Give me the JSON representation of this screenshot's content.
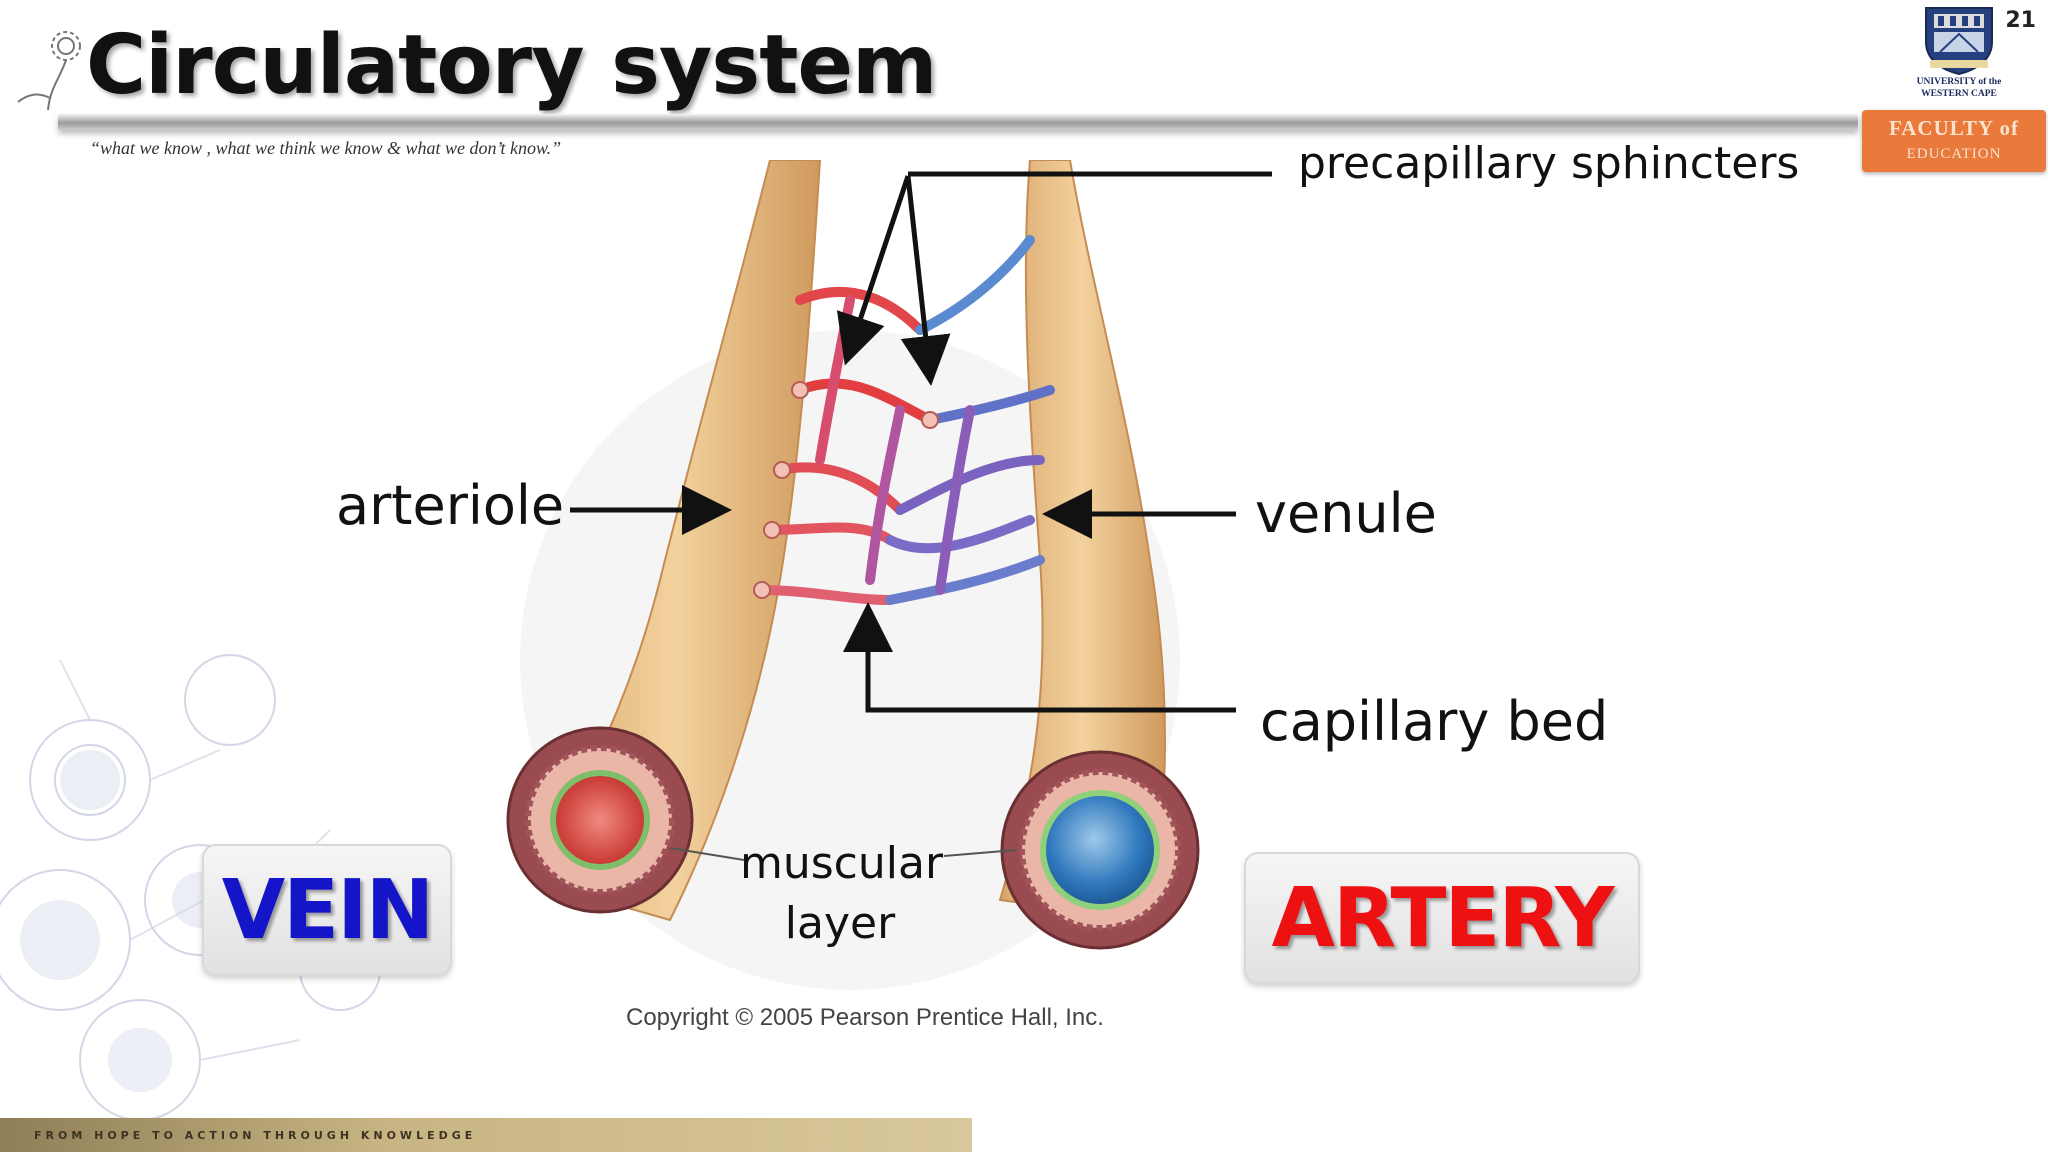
{
  "slide": {
    "title": "Circulatory system",
    "subtitle": "“what we know , what we think we know & what we don’t know.”",
    "page_number": "21"
  },
  "logo": {
    "name_line1": "UNIVERSITY of the",
    "name_line2": "WESTERN CAPE",
    "faculty_line1": "FACULTY of",
    "faculty_line2": "EDUCATION",
    "badge_color": "#e97a3c"
  },
  "diagram": {
    "labels": {
      "precapillary": "precapillary sphincters",
      "arteriole": "arteriole",
      "venule": "venule",
      "capillary_bed": "capillary bed",
      "muscular_line1": "muscular",
      "muscular_line2": "layer"
    },
    "copyright": "Copyright © 2005 Pearson Prentice Hall, Inc."
  },
  "tags": {
    "vein": "VEIN",
    "artery": "ARTERY",
    "vein_color": "#1414c8",
    "artery_color": "#ee1111"
  },
  "footer": {
    "motto": "FROM HOPE TO ACTION THROUGH KNOWLEDGE"
  }
}
